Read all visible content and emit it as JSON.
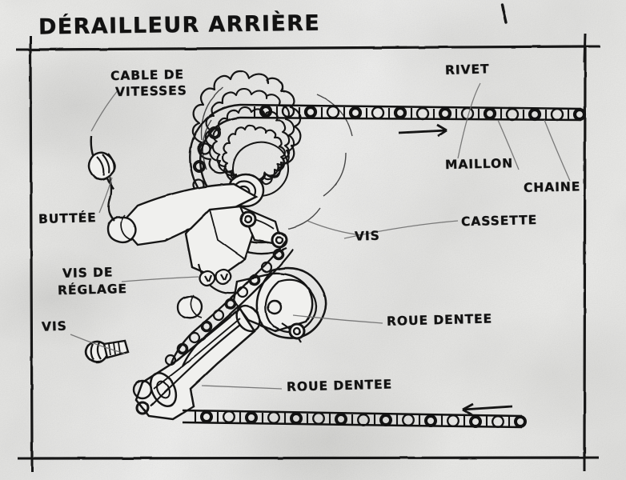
{
  "document": {
    "title": "DÉRAILLEUR ARRIÈRE",
    "medium": "hand-drawn pencil and ink sketch on paper",
    "language": "fr"
  },
  "labels": {
    "title": "DÉRAILLEUR ARRIÈRE",
    "cable_de_vitesses_line1": "CABLE DE",
    "cable_de_vitesses_line2": "VITESSES",
    "buttee": "BUTTÉE",
    "vis_de_reglage_line1": "VIS DE",
    "vis_de_reglage_line2": "RÉGLAGE",
    "vis_left": "VIS",
    "vis_center": "VIS",
    "rivet": "RIVET",
    "maillon": "MAILLON",
    "chaine": "CHAINE",
    "cassette": "CASSETTE",
    "roue_dentee_upper": "ROUE DENTEE",
    "roue_dentee_lower": "ROUE DENTEE"
  },
  "annotations": {
    "arrow_top_direction": "right",
    "arrow_bottom_direction": "left"
  },
  "colors": {
    "ink": "#121212",
    "paper": "#e9e9e7",
    "pencil": "#6b6b6b"
  },
  "parts": [
    {
      "name": "cassette",
      "label": "CASSETTE"
    },
    {
      "name": "chaine",
      "label": "CHAINE"
    },
    {
      "name": "maillon",
      "label": "MAILLON"
    },
    {
      "name": "rivet",
      "label": "RIVET"
    },
    {
      "name": "cable-de-vitesses",
      "label": "CABLE DE VITESSES"
    },
    {
      "name": "buttee",
      "label": "BUTTÉE"
    },
    {
      "name": "vis-de-reglage",
      "label": "VIS DE RÉGLAGE"
    },
    {
      "name": "vis",
      "label": "VIS"
    },
    {
      "name": "roue-dentee",
      "label": "ROUE DENTEE"
    }
  ]
}
